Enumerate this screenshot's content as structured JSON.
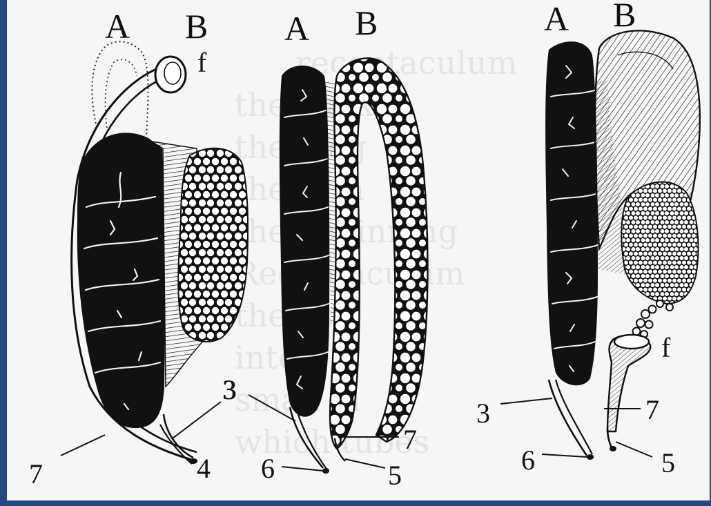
{
  "background_colors": {
    "frame": "#24497e",
    "paper": "#f6f6f4",
    "ink": "#151515",
    "faint_text": "#d6d6d6"
  },
  "figure1": {
    "label_a": "A",
    "label_b": "B",
    "label_f": "f",
    "label_3": "3",
    "label_4": "4",
    "label_7": "7"
  },
  "figure2": {
    "label_a": "A",
    "label_b": "B",
    "label_3": "3",
    "label_5": "5",
    "label_6": "6",
    "label_7": "7"
  },
  "figure3": {
    "label_a": "A",
    "label_b": "B",
    "label_f": "f",
    "label_3": "3",
    "label_5": "5",
    "label_6": "6",
    "label_7": "7"
  }
}
